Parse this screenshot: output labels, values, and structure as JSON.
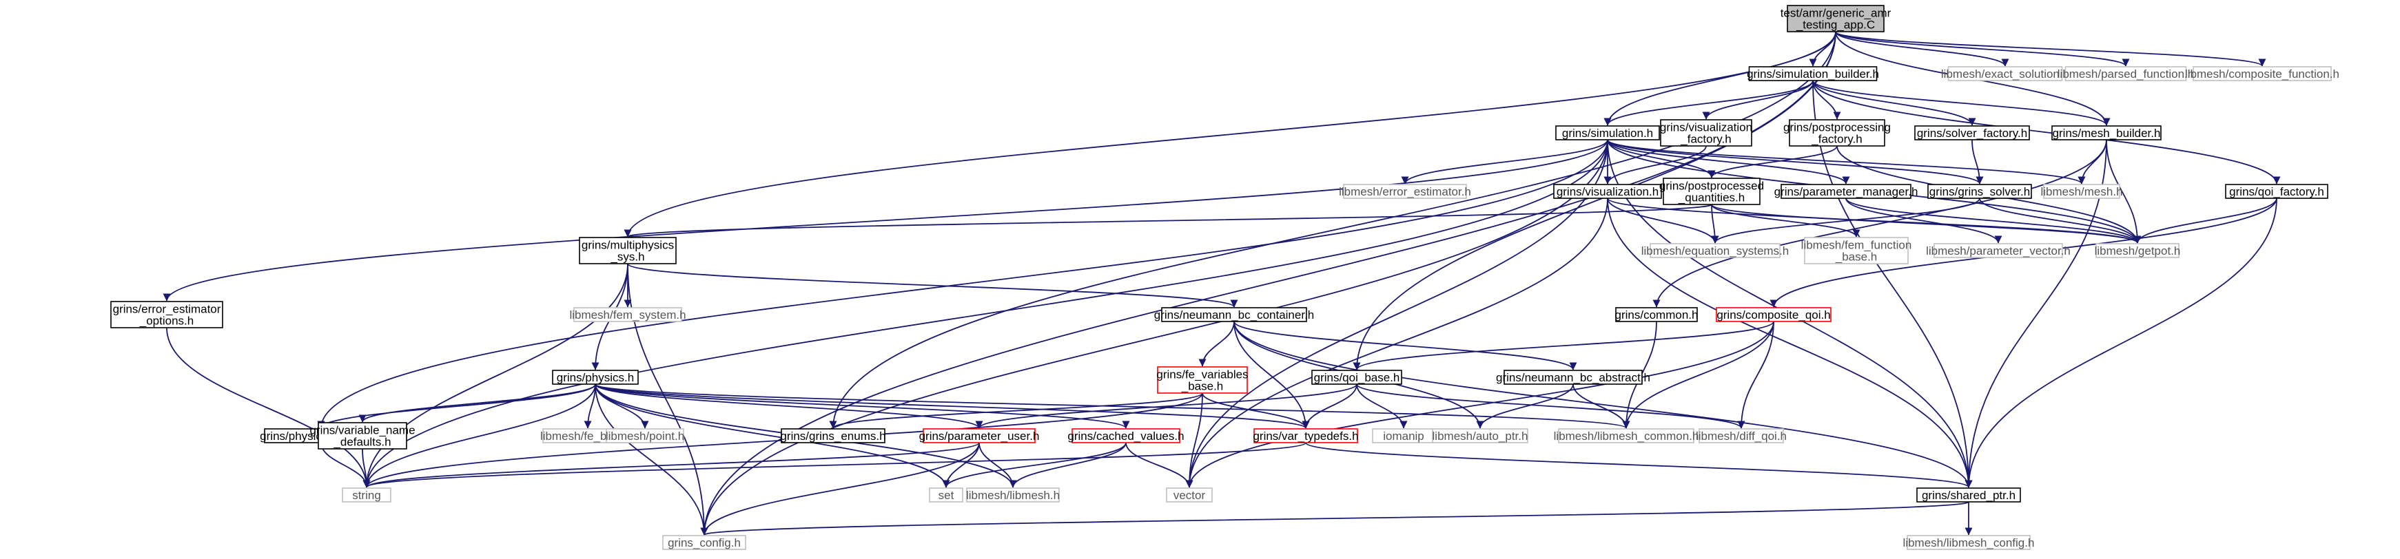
{
  "diagram": {
    "colors": {
      "edge": "#191970",
      "root_fill": "#bfbfbf",
      "node_border": "#000000",
      "partial_border": "#ff0000",
      "external_border": "#bfbfbf",
      "external_text": "#555555"
    },
    "nodes": [
      {
        "id": "root",
        "lines": [
          "test/amr/generic_amr",
          "_testing_app.C"
        ],
        "kind": "root"
      },
      {
        "id": "simulation_builder",
        "lines": [
          "grins/simulation_builder.h"
        ],
        "kind": "normal"
      },
      {
        "id": "exact_solution",
        "lines": [
          "libmesh/exact_solution.h"
        ],
        "kind": "external"
      },
      {
        "id": "parsed_function",
        "lines": [
          "libmesh/parsed_function.h"
        ],
        "kind": "external"
      },
      {
        "id": "composite_function",
        "lines": [
          "libmesh/composite_function.h"
        ],
        "kind": "external"
      },
      {
        "id": "simulation",
        "lines": [
          "grins/simulation.h"
        ],
        "kind": "normal"
      },
      {
        "id": "visualization_factory",
        "lines": [
          "grins/visualization",
          "_factory.h"
        ],
        "kind": "normal"
      },
      {
        "id": "postprocessing_factory",
        "lines": [
          "grins/postprocessing",
          "_factory.h"
        ],
        "kind": "normal"
      },
      {
        "id": "solver_factory",
        "lines": [
          "grins/solver_factory.h"
        ],
        "kind": "normal"
      },
      {
        "id": "mesh_builder",
        "lines": [
          "grins/mesh_builder.h"
        ],
        "kind": "normal"
      },
      {
        "id": "error_estimator",
        "lines": [
          "libmesh/error_estimator.h"
        ],
        "kind": "external"
      },
      {
        "id": "visualization",
        "lines": [
          "grins/visualization.h"
        ],
        "kind": "normal"
      },
      {
        "id": "postprocessed_quantities",
        "lines": [
          "grins/postprocessed",
          "_quantities.h"
        ],
        "kind": "normal"
      },
      {
        "id": "parameter_manager",
        "lines": [
          "grins/parameter_manager.h"
        ],
        "kind": "normal"
      },
      {
        "id": "grins_solver",
        "lines": [
          "grins/grins_solver.h"
        ],
        "kind": "normal"
      },
      {
        "id": "mesh",
        "lines": [
          "libmesh/mesh.h"
        ],
        "kind": "external"
      },
      {
        "id": "qoi_factory",
        "lines": [
          "grins/qoi_factory.h"
        ],
        "kind": "normal"
      },
      {
        "id": "multiphysics_sys",
        "lines": [
          "grins/multiphysics",
          "_sys.h"
        ],
        "kind": "normal"
      },
      {
        "id": "equation_systems",
        "lines": [
          "libmesh/equation_systems.h"
        ],
        "kind": "external"
      },
      {
        "id": "fem_function_base",
        "lines": [
          "libmesh/fem_function",
          "_base.h"
        ],
        "kind": "external"
      },
      {
        "id": "parameter_vector",
        "lines": [
          "libmesh/parameter_vector.h"
        ],
        "kind": "external"
      },
      {
        "id": "getpot",
        "lines": [
          "libmesh/getpot.h"
        ],
        "kind": "external"
      },
      {
        "id": "error_estimator_options",
        "lines": [
          "grins/error_estimator",
          "_options.h"
        ],
        "kind": "normal"
      },
      {
        "id": "fem_system",
        "lines": [
          "libmesh/fem_system.h"
        ],
        "kind": "external"
      },
      {
        "id": "neumann_bc_container",
        "lines": [
          "grins/neumann_bc_container.h"
        ],
        "kind": "normal"
      },
      {
        "id": "common",
        "lines": [
          "grins/common.h"
        ],
        "kind": "normal"
      },
      {
        "id": "composite_qoi",
        "lines": [
          "grins/composite_qoi.h"
        ],
        "kind": "partial"
      },
      {
        "id": "fe_variables_base",
        "lines": [
          "grins/fe_variables",
          "_base.h"
        ],
        "kind": "partial"
      },
      {
        "id": "qoi_base",
        "lines": [
          "grins/qoi_base.h"
        ],
        "kind": "normal"
      },
      {
        "id": "neumann_bc_abstract",
        "lines": [
          "grins/neumann_bc_abstract.h"
        ],
        "kind": "normal"
      },
      {
        "id": "physics",
        "lines": [
          "grins/physics.h"
        ],
        "kind": "normal"
      },
      {
        "id": "physics_naming",
        "lines": [
          "grins/physics_naming.h"
        ],
        "kind": "normal"
      },
      {
        "id": "variable_name_defaults",
        "lines": [
          "grins/variable_name",
          "_defaults.h"
        ],
        "kind": "normal"
      },
      {
        "id": "fe_base",
        "lines": [
          "libmesh/fe_base.h"
        ],
        "kind": "external"
      },
      {
        "id": "point",
        "lines": [
          "libmesh/point.h"
        ],
        "kind": "external"
      },
      {
        "id": "grins_enums",
        "lines": [
          "grins/grins_enums.h"
        ],
        "kind": "normal"
      },
      {
        "id": "parameter_user",
        "lines": [
          "grins/parameter_user.h"
        ],
        "kind": "partial"
      },
      {
        "id": "cached_values",
        "lines": [
          "grins/cached_values.h"
        ],
        "kind": "partial"
      },
      {
        "id": "var_typedefs",
        "lines": [
          "grins/var_typedefs.h"
        ],
        "kind": "partial"
      },
      {
        "id": "iomanip",
        "lines": [
          "iomanip"
        ],
        "kind": "external"
      },
      {
        "id": "auto_ptr",
        "lines": [
          "libmesh/auto_ptr.h"
        ],
        "kind": "external"
      },
      {
        "id": "libmesh_common",
        "lines": [
          "libmesh/libmesh_common.h"
        ],
        "kind": "external"
      },
      {
        "id": "diff_qoi",
        "lines": [
          "libmesh/diff_qoi.h"
        ],
        "kind": "external"
      },
      {
        "id": "string",
        "lines": [
          "string"
        ],
        "kind": "external"
      },
      {
        "id": "set",
        "lines": [
          "set"
        ],
        "kind": "external"
      },
      {
        "id": "libmesh",
        "lines": [
          "libmesh/libmesh.h"
        ],
        "kind": "external"
      },
      {
        "id": "vector",
        "lines": [
          "vector"
        ],
        "kind": "external"
      },
      {
        "id": "shared_ptr",
        "lines": [
          "grins/shared_ptr.h"
        ],
        "kind": "normal"
      },
      {
        "id": "grins_config",
        "lines": [
          "grins_config.h"
        ],
        "kind": "external"
      },
      {
        "id": "libmesh_config",
        "lines": [
          "libmesh/libmesh_config.h"
        ],
        "kind": "external"
      }
    ],
    "edges": [
      [
        "root",
        "simulation_builder"
      ],
      [
        "root",
        "exact_solution"
      ],
      [
        "root",
        "parsed_function"
      ],
      [
        "root",
        "composite_function"
      ],
      [
        "root",
        "simulation"
      ],
      [
        "root",
        "mesh_builder"
      ],
      [
        "root",
        "multiphysics_sys"
      ],
      [
        "root",
        "grins_config"
      ],
      [
        "root",
        "qoi_base"
      ],
      [
        "root",
        "grins_enums"
      ],
      [
        "simulation_builder",
        "simulation"
      ],
      [
        "simulation_builder",
        "visualization_factory"
      ],
      [
        "simulation_builder",
        "postprocessing_factory"
      ],
      [
        "simulation_builder",
        "solver_factory"
      ],
      [
        "simulation_builder",
        "mesh_builder"
      ],
      [
        "simulation_builder",
        "qoi_factory"
      ],
      [
        "simulation_builder",
        "shared_ptr"
      ],
      [
        "simulation",
        "error_estimator"
      ],
      [
        "simulation",
        "visualization"
      ],
      [
        "simulation",
        "postprocessed_quantities"
      ],
      [
        "simulation",
        "parameter_manager"
      ],
      [
        "simulation",
        "grins_solver"
      ],
      [
        "simulation",
        "mesh"
      ],
      [
        "simulation",
        "getpot"
      ],
      [
        "simulation",
        "error_estimator_options"
      ],
      [
        "simulation",
        "physics_naming"
      ],
      [
        "simulation",
        "grins_config"
      ],
      [
        "simulation",
        "string"
      ],
      [
        "simulation",
        "shared_ptr"
      ],
      [
        "simulation",
        "vector"
      ],
      [
        "visualization_factory",
        "visualization"
      ],
      [
        "postprocessing_factory",
        "postprocessed_quantities"
      ],
      [
        "postprocessing_factory",
        "getpot"
      ],
      [
        "solver_factory",
        "grins_solver"
      ],
      [
        "mesh_builder",
        "mesh"
      ],
      [
        "mesh_builder",
        "getpot"
      ],
      [
        "mesh_builder",
        "shared_ptr"
      ],
      [
        "mesh_builder",
        "common"
      ],
      [
        "qoi_factory",
        "getpot"
      ],
      [
        "qoi_factory",
        "composite_qoi"
      ],
      [
        "qoi_factory",
        "shared_ptr"
      ],
      [
        "visualization",
        "equation_systems"
      ],
      [
        "visualization",
        "getpot"
      ],
      [
        "visualization",
        "shared_ptr"
      ],
      [
        "visualization",
        "vector"
      ],
      [
        "postprocessed_quantities",
        "equation_systems"
      ],
      [
        "postprocessed_quantities",
        "fem_function_base"
      ],
      [
        "postprocessed_quantities",
        "multiphysics_sys"
      ],
      [
        "postprocessed_quantities",
        "getpot"
      ],
      [
        "parameter_manager",
        "parameter_vector"
      ],
      [
        "parameter_manager",
        "getpot"
      ],
      [
        "grins_solver",
        "equation_systems"
      ],
      [
        "grins_solver",
        "getpot"
      ],
      [
        "multiphysics_sys",
        "fem_system"
      ],
      [
        "multiphysics_sys",
        "physics"
      ],
      [
        "multiphysics_sys",
        "neumann_bc_container"
      ],
      [
        "multiphysics_sys",
        "string"
      ],
      [
        "multiphysics_sys",
        "grins_config"
      ],
      [
        "error_estimator_options",
        "string"
      ],
      [
        "neumann_bc_container",
        "fe_variables_base"
      ],
      [
        "neumann_bc_container",
        "var_typedefs"
      ],
      [
        "neumann_bc_container",
        "neumann_bc_abstract"
      ],
      [
        "neumann_bc_container",
        "auto_ptr"
      ],
      [
        "neumann_bc_container",
        "shared_ptr"
      ],
      [
        "common",
        "libmesh_common"
      ],
      [
        "composite_qoi",
        "qoi_base"
      ],
      [
        "composite_qoi",
        "libmesh_common"
      ],
      [
        "composite_qoi",
        "diff_qoi"
      ],
      [
        "composite_qoi",
        "vector"
      ],
      [
        "fe_variables_base",
        "grins_enums"
      ],
      [
        "fe_variables_base",
        "var_typedefs"
      ],
      [
        "fe_variables_base",
        "string"
      ],
      [
        "fe_variables_base",
        "vector"
      ],
      [
        "qoi_base",
        "iomanip"
      ],
      [
        "qoi_base",
        "var_typedefs"
      ],
      [
        "qoi_base",
        "parameter_user"
      ],
      [
        "qoi_base",
        "diff_qoi"
      ],
      [
        "neumann_bc_abstract",
        "libmesh_common"
      ],
      [
        "neumann_bc_abstract",
        "auto_ptr"
      ],
      [
        "physics",
        "physics_naming"
      ],
      [
        "physics",
        "variable_name_defaults"
      ],
      [
        "physics",
        "fe_base"
      ],
      [
        "physics",
        "point"
      ],
      [
        "physics",
        "var_typedefs"
      ],
      [
        "physics",
        "parameter_user"
      ],
      [
        "physics",
        "cached_values"
      ],
      [
        "physics",
        "libmesh_common"
      ],
      [
        "physics",
        "string"
      ],
      [
        "physics",
        "set"
      ],
      [
        "physics",
        "libmesh"
      ],
      [
        "physics",
        "grins_config"
      ],
      [
        "physics_naming",
        "string"
      ],
      [
        "variable_name_defaults",
        "string"
      ],
      [
        "parameter_user",
        "string"
      ],
      [
        "parameter_user",
        "set"
      ],
      [
        "parameter_user",
        "libmesh"
      ],
      [
        "parameter_user",
        "grins_config"
      ],
      [
        "cached_values",
        "set"
      ],
      [
        "cached_values",
        "vector"
      ],
      [
        "cached_values",
        "libmesh"
      ],
      [
        "var_typedefs",
        "shared_ptr"
      ],
      [
        "var_typedefs",
        "string"
      ],
      [
        "shared_ptr",
        "grins_config"
      ],
      [
        "shared_ptr",
        "libmesh_config"
      ]
    ]
  }
}
